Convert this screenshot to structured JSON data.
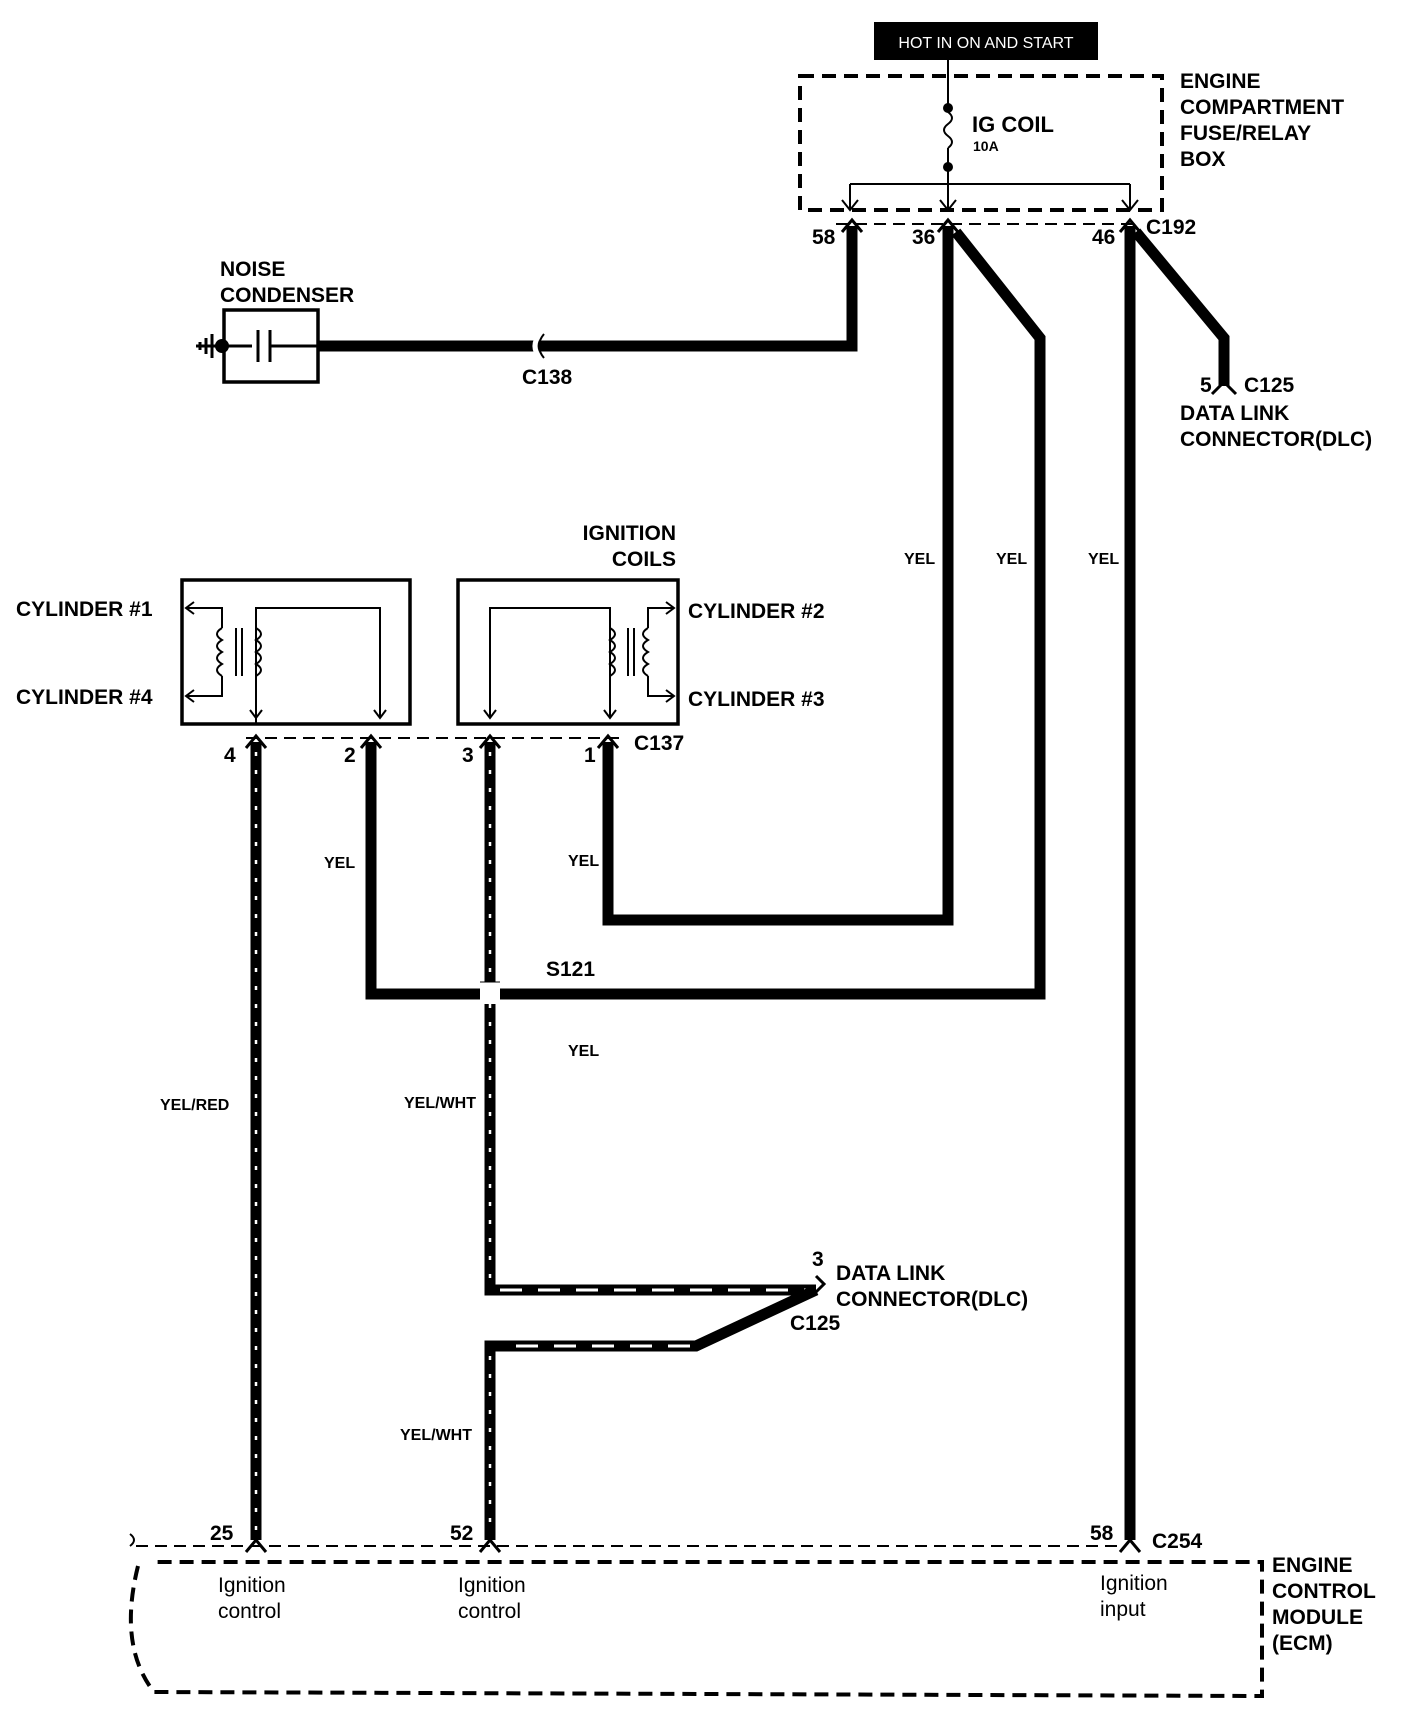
{
  "hot_label": "HOT IN ON AND START",
  "fuse_box": {
    "title_lines": [
      "ENGINE",
      "COMPARTMENT",
      "FUSE/RELAY",
      "BOX"
    ],
    "fuse_name": "IG COIL",
    "fuse_rating": "10A",
    "connector": "C192",
    "pins": [
      "58",
      "36",
      "46"
    ]
  },
  "noise_condenser": {
    "title_lines": [
      "NOISE",
      "CONDENSER"
    ],
    "connector": "C138"
  },
  "dlc_top": {
    "pin": "5",
    "connector": "C125",
    "title_lines": [
      "DATA LINK",
      "CONNECTOR(DLC)"
    ]
  },
  "ignition_coils": {
    "title_lines": [
      "IGNITION",
      "COILS"
    ],
    "connector": "C137",
    "pins": [
      "4",
      "2",
      "3",
      "1"
    ],
    "cylinders": [
      "CYLINDER #1",
      "CYLINDER #4",
      "CYLINDER #2",
      "CYLINDER #3"
    ]
  },
  "wire_colors": {
    "yel": "YEL",
    "yel_red": "YEL/RED",
    "yel_wht": "YEL/WHT"
  },
  "splice": "S121",
  "dlc_bottom": {
    "pin": "3",
    "connector": "C125",
    "title_lines": [
      "DATA LINK",
      "CONNECTOR(DLC)"
    ]
  },
  "ecm": {
    "connector": "C254",
    "pins": [
      "25",
      "52",
      "58"
    ],
    "title_lines": [
      "ENGINE",
      "CONTROL",
      "MODULE",
      "(ECM)"
    ],
    "pin_labels": [
      [
        "Ignition",
        "control"
      ],
      [
        "Ignition",
        "control"
      ],
      [
        "Ignition",
        "input"
      ]
    ]
  }
}
